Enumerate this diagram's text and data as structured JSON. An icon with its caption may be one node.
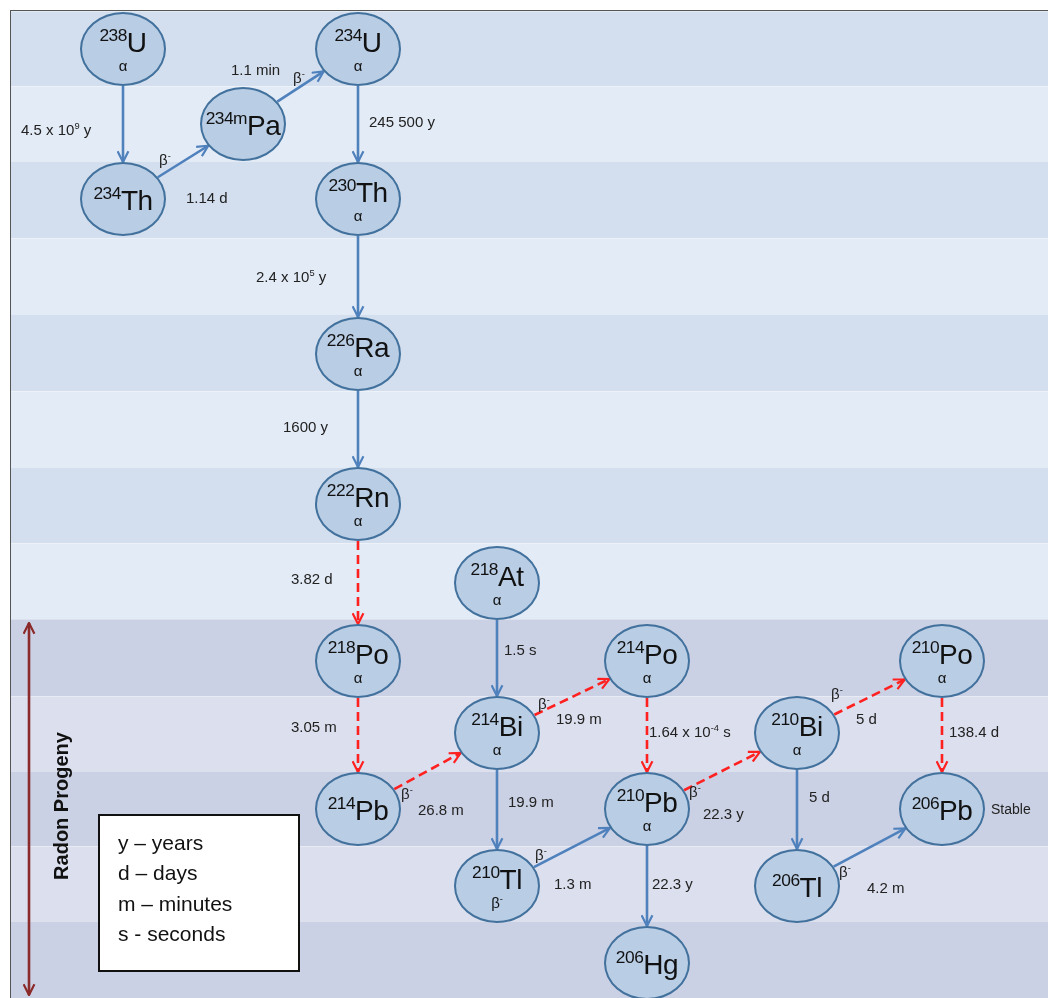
{
  "diagram": {
    "nodes": [
      {
        "text": [
          "$^{238}$U",
          "α"
        ]
      },
      {
        "text": [
          "$^{234}$Th"
        ]
      },
      {
        "text": [
          "$^{234m}$Pa"
        ]
      },
      {
        "text": [
          "$^{234}$U",
          "α"
        ]
      },
      {
        "text": [
          "$^{230}$Th",
          "α"
        ]
      },
      {
        "text": [
          "$^{226}$Ra",
          "α"
        ]
      },
      {
        "text": [
          "$^{222}$Rn",
          "α"
        ]
      },
      {
        "text": [
          "$^{218}$At",
          "α"
        ]
      },
      {
        "text": [
          "$^{218}$Po",
          "α"
        ]
      },
      {
        "text": [
          "$^{214}$Bi",
          "α"
        ]
      },
      {
        "text": [
          "$^{214}$Po",
          "α"
        ]
      },
      {
        "text": [
          "$^{214}$Pb"
        ]
      },
      {
        "text": [
          "$^{210}$Tl",
          "β$^{-}$"
        ]
      },
      {
        "text": [
          "$^{210}$Pb",
          "α"
        ]
      },
      {
        "text": [
          "$^{210}$Bi",
          "α"
        ]
      },
      {
        "text": [
          "$^{210}$Po",
          "α"
        ]
      },
      {
        "text": [
          "$^{206}$Hg"
        ]
      },
      {
        "text": [
          "$^{206}$Tl"
        ]
      },
      {
        "text": [
          "$^{206}$Pb"
        ],
        "beside": [
          "Stable"
        ]
      },
      {
        "text": [
          "y – years",
          "d – days",
          "m – minutes",
          "s - seconds"
        ]
      }
    ],
    "edges": [
      {
        "from": 0,
        "to": 1,
        "arrow": "to",
        "label": "4.5 x 10$^{9}$ y"
      },
      {
        "from": 1,
        "to": 2,
        "arrow": "to",
        "label": "1.14 d"
      },
      {
        "from": 2,
        "to": 3,
        "arrow": "to",
        "label": "1.1 min"
      },
      {
        "from": 3,
        "to": 4,
        "arrow": "to",
        "label": "245 500 y"
      },
      {
        "from": 4,
        "to": 5,
        "arrow": "to",
        "label": "2.4 x 10$^{5}$ y"
      },
      {
        "from": 5,
        "to": 6,
        "arrow": "to",
        "label": "1600 y"
      },
      {
        "from": 6,
        "to": 8,
        "arrow": "to",
        "label": "3.82 d",
        "style": "dashed",
        "color": "#ff2020"
      },
      {
        "from": 7,
        "to": 9,
        "arrow": "to",
        "label": "1.5 s"
      },
      {
        "from": 8,
        "to": 11,
        "arrow": "to",
        "label": "3.05 m",
        "style": "dashed",
        "color": "#ff2020"
      },
      {
        "from": 11,
        "to": 9,
        "arrow": "to",
        "label": "26.8 m",
        "style": "dashed",
        "color": "#ff2020"
      },
      {
        "from": 9,
        "to": 10,
        "arrow": "to",
        "label": "19.9 m",
        "style": "dashed",
        "color": "#ff2020"
      },
      {
        "from": 9,
        "to": 12,
        "arrow": "to",
        "label": "19.9 m"
      },
      {
        "from": 10,
        "to": 13,
        "arrow": "to",
        "label": "1.64 x 10$^{-4}$ s",
        "style": "dashed",
        "color": "#ff2020"
      },
      {
        "from": 12,
        "to": 13,
        "arrow": "to",
        "label": "1.3 m"
      },
      {
        "from": 13,
        "to": 14,
        "arrow": "to",
        "label": "22.3 y",
        "style": "dashed",
        "color": "#ff2020"
      },
      {
        "from": 13,
        "to": 16,
        "arrow": "to",
        "label": "22.3 y"
      },
      {
        "from": 14,
        "to": 15,
        "arrow": "to",
        "label": "5 d",
        "style": "dashed",
        "color": "#ff2020"
      },
      {
        "from": 14,
        "to": 17,
        "arrow": "to",
        "label": "5 d"
      },
      {
        "from": 15,
        "to": 18,
        "arrow": "to",
        "label": "138.4 d",
        "style": "dashed",
        "color": "#ff2020"
      },
      {
        "from": 17,
        "to": 18,
        "arrow": "to",
        "label": "4.2 m"
      }
    ],
    "labels": [
      "β$^{-}$",
      "β$^{-}$",
      "β$^{-}$",
      "β$^{-}$",
      "β$^{-}$",
      "β$^{-}$",
      "β$^{-}$",
      "β$^{-}$",
      "Radon Progeny"
    ]
  }
}
